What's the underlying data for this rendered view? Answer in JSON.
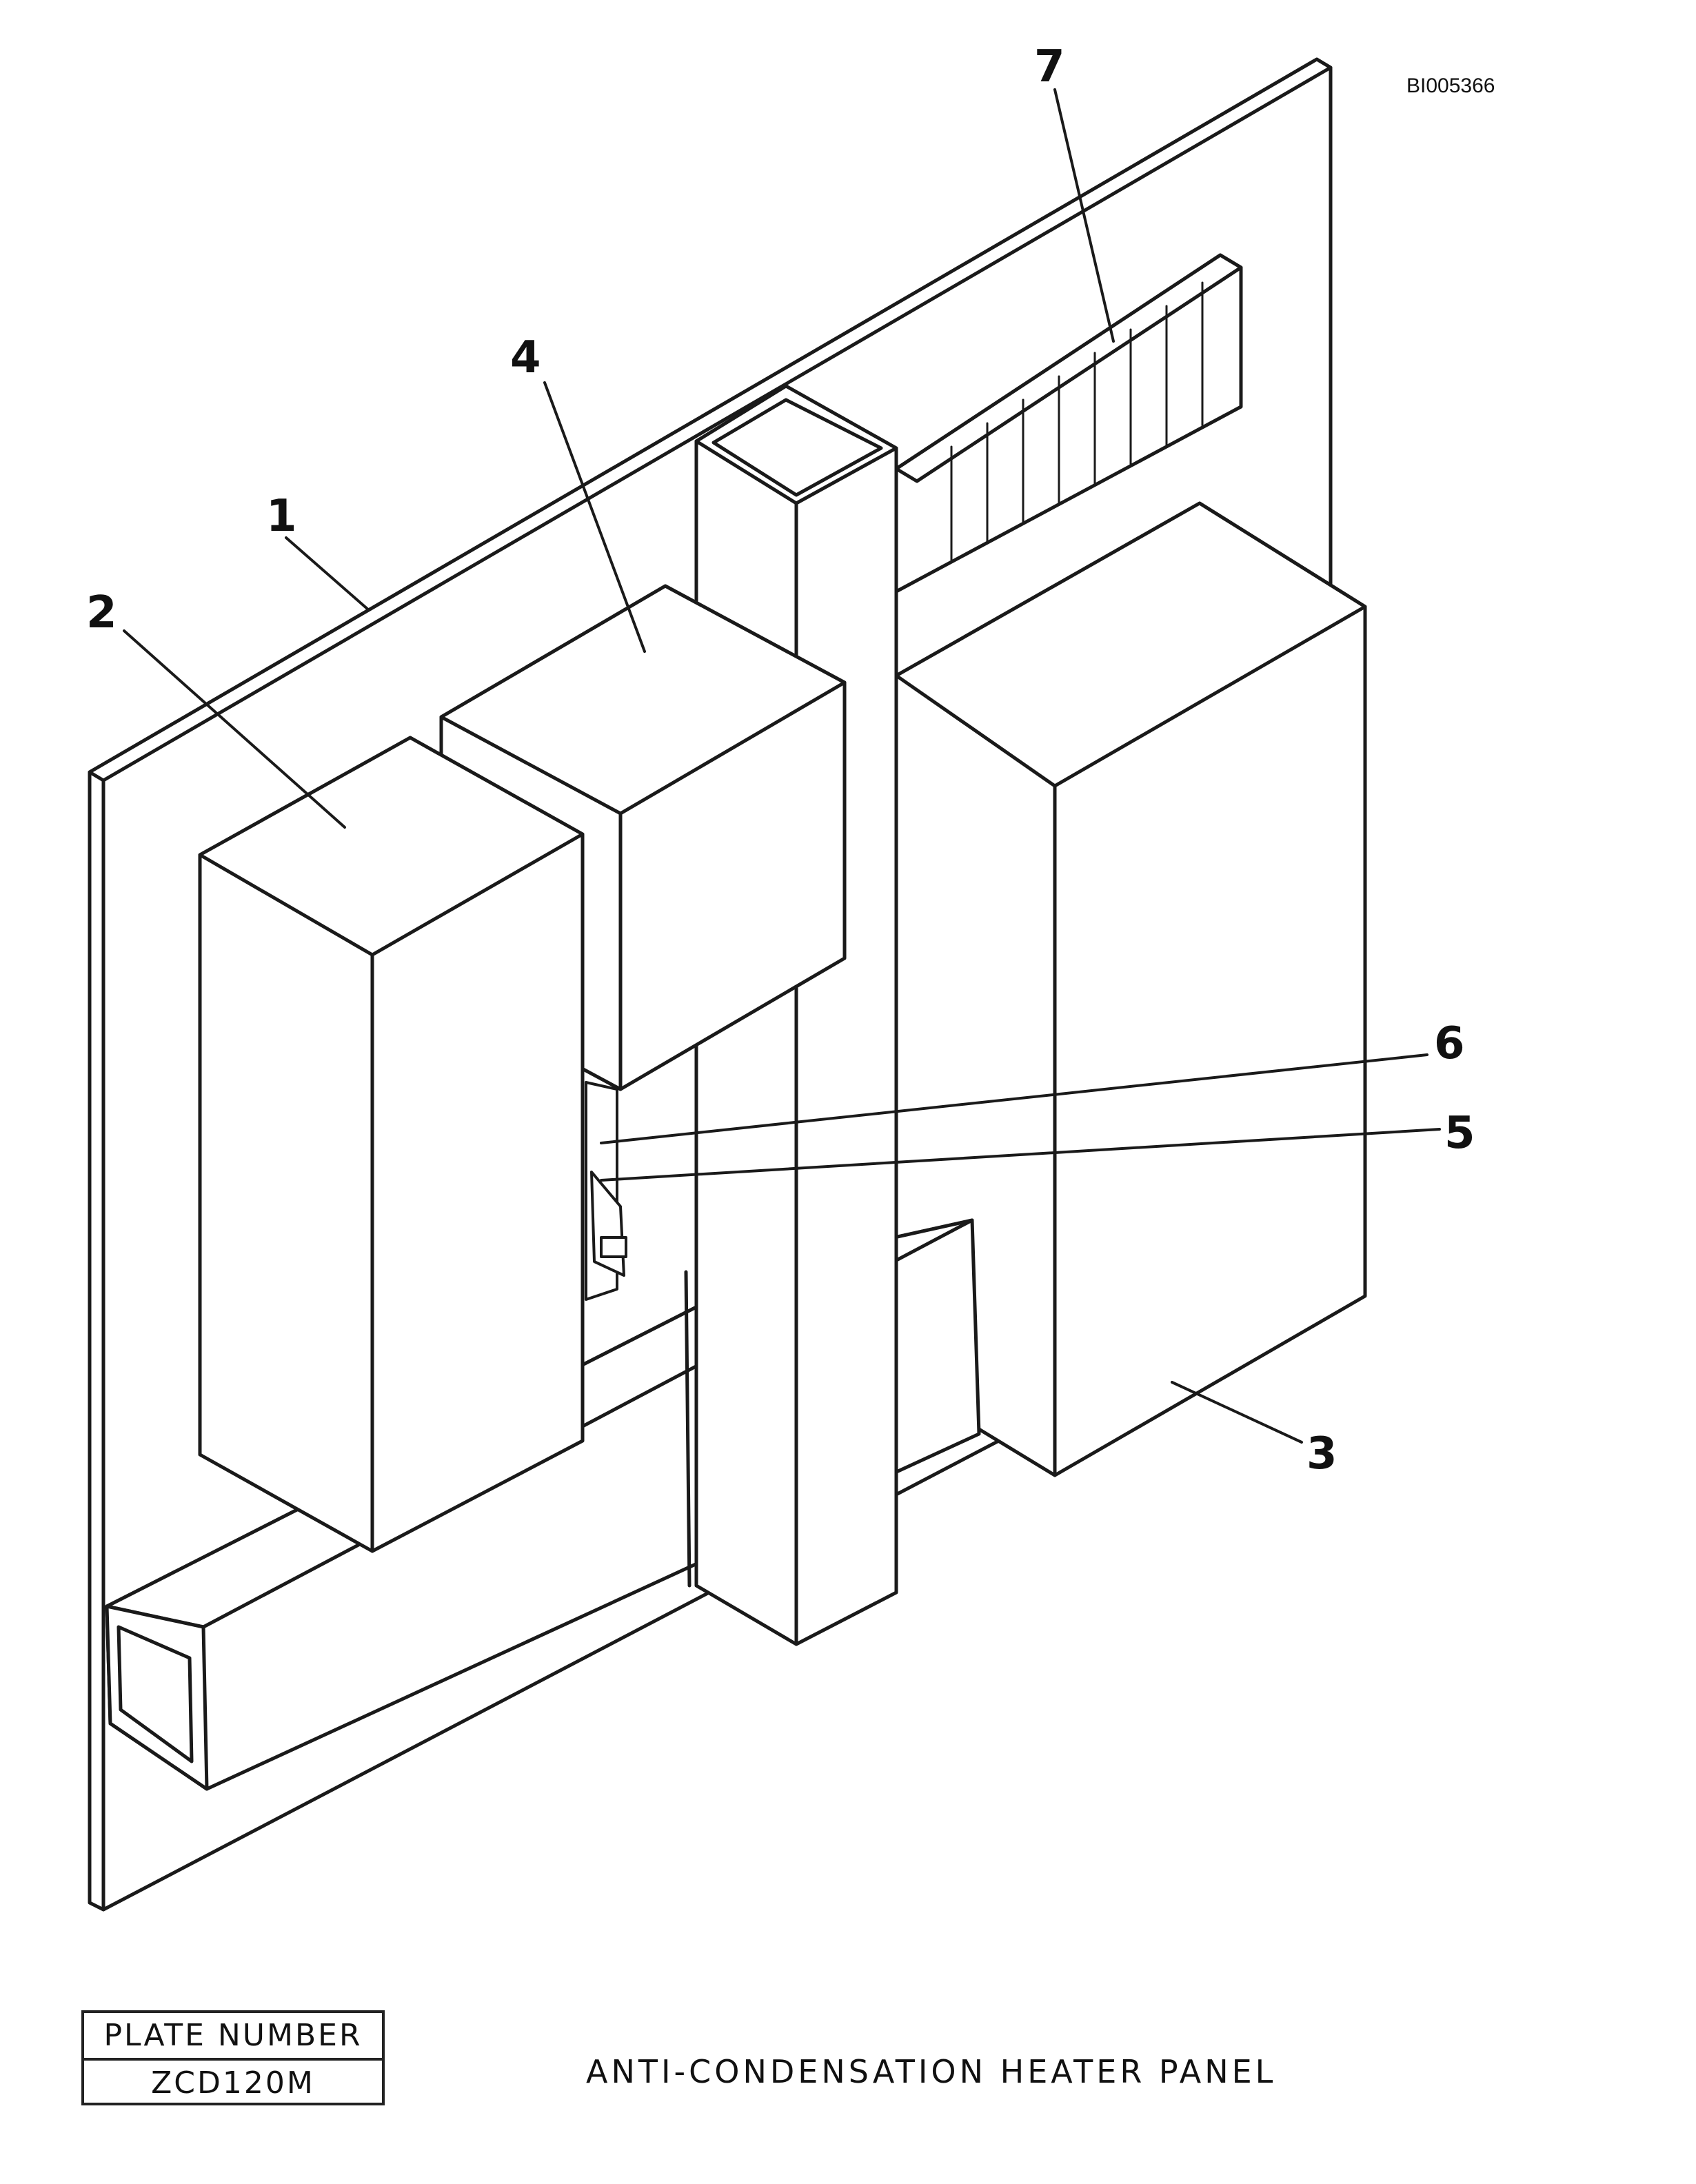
{
  "drawing": {
    "ref_id": "BI005366",
    "callouts": {
      "c1": "1",
      "c2": "2",
      "c3": "3",
      "c4": "4",
      "c5": "5",
      "c6": "6",
      "c7": "7"
    }
  },
  "plate": {
    "label": "PLATE NUMBER",
    "number": "ZCD120M"
  },
  "title": "ANTI-CONDENSATION HEATER PANEL",
  "colors": {
    "line": "#1a1a1a",
    "paper": "#ffffff"
  }
}
